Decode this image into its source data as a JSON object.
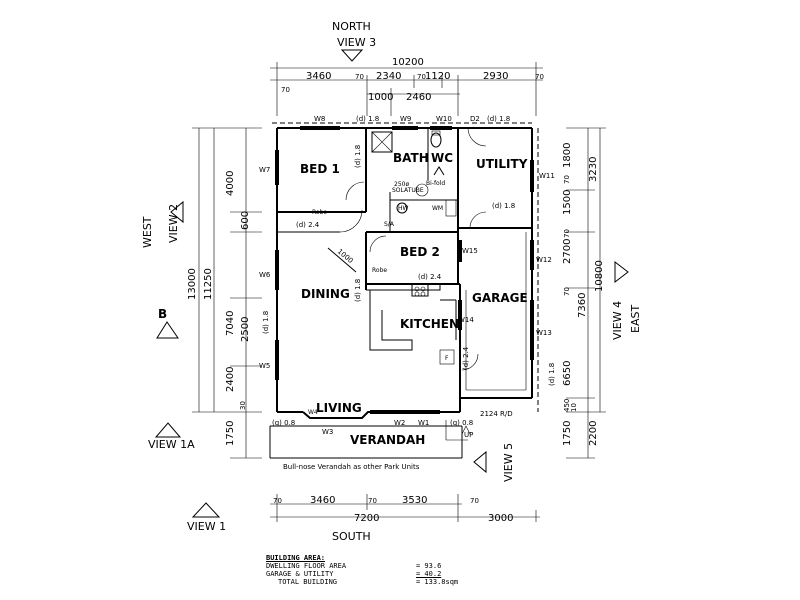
{
  "compass": {
    "north": "NORTH",
    "south": "SOUTH",
    "west": "WEST",
    "east": "EAST"
  },
  "views": {
    "view3": "VIEW 3",
    "view2": "VIEW 2",
    "view4": "VIEW 4",
    "view5": "VIEW 5",
    "view1a": "VIEW 1A",
    "view1": "VIEW 1",
    "b": "B"
  },
  "rooms": {
    "bed1": "BED 1",
    "bath": "BATH",
    "wc": "WC",
    "utility": "UTILITY",
    "bed2": "BED 2",
    "dining": "DINING",
    "garage": "GARAGE",
    "kitchen": "KITCHEN",
    "living": "LIVING",
    "verandah": "VERANDAH"
  },
  "windows": {
    "w8": "W8",
    "w9": "W9",
    "w10": "W10",
    "d2": "D2",
    "w7": "W7",
    "w11": "W11",
    "w6": "W6",
    "w12": "W12",
    "w15": "W15",
    "w14": "W14",
    "w13": "W13",
    "w5": "W5",
    "w4": "W4",
    "w3": "W3",
    "w2": "W2",
    "w1": "W1"
  },
  "labels": {
    "d18_top1": "(d) 1.8",
    "d18_top2": "(d) 1.8",
    "d18_bed1": "(d) 1.8",
    "d24_robe": "(d) 2.4",
    "d18_util": "(d) 1.8",
    "d18_bed2": "(d) 1.8",
    "d24_bed2": "(d) 2.4",
    "d18_west": "(d) 1.8",
    "d24_kitch": "(d) 2.4",
    "d18_gar": "(d) 1.8",
    "g08_left": "(g) 0.8",
    "g08_right": "(g) 0.8",
    "robe1": "Robe",
    "robe2": "Robe",
    "solatube1": "250ø",
    "solatube2": "SOLATUBE",
    "bifold": "Bi-fold",
    "hw": "HW",
    "wm": "WM",
    "sa": "S/A",
    "f": "F",
    "dim1000": "1000",
    "rd": "2124 R/D",
    "up": "UP",
    "verandah_note": "Bull-nose Verandah as other Park Units"
  },
  "dims_top": {
    "overall": "10200",
    "d3460": "3460",
    "d70a": "70",
    "d2340": "2340",
    "d70b": "70",
    "d1120": "1120",
    "d2930": "2930",
    "d70c": "70",
    "d70d": "70",
    "d1000": "1000",
    "d2460": "2460"
  },
  "dims_left": {
    "d13000": "13000",
    "d11250": "11250",
    "d4000": "4000",
    "d600": "600",
    "d7040": "7040",
    "d2500": "2500",
    "d2400": "2400",
    "d30": "30",
    "d1750": "1750"
  },
  "dims_right": {
    "d1800": "1800",
    "d70a": "70",
    "d1500": "1500",
    "d3230": "3230",
    "d70b": "70",
    "d2700": "2700",
    "d10800": "10800",
    "d70c": "70",
    "d7360": "7360",
    "d6650": "6650",
    "d450": "450",
    "d10": "10",
    "d1750": "1750",
    "d2200": "2200"
  },
  "dims_bottom": {
    "d70a": "70",
    "d3460": "3460",
    "d70b": "70",
    "d3530": "3530",
    "d70c": "70",
    "d7200": "7200",
    "d3000": "3000"
  },
  "building_area": {
    "title": "BUILDING AREA:",
    "rows": [
      {
        "label": "DWELLING FLOOR AREA",
        "value": "= 93.6"
      },
      {
        "label": "GARAGE & UTILITY",
        "value": "= 40.2"
      },
      {
        "label": "TOTAL BUILDING",
        "value": "= 133.8sqm"
      }
    ]
  }
}
